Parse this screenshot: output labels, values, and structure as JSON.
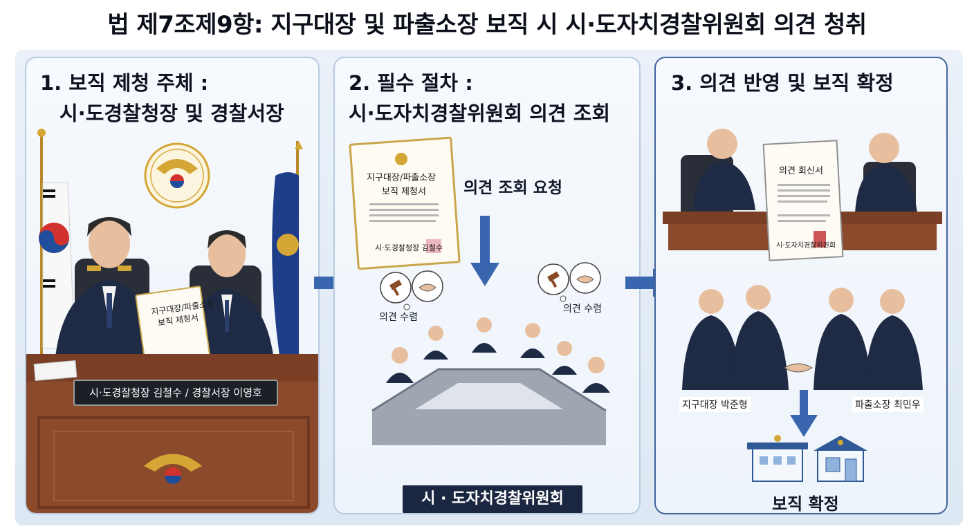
{
  "title": "법 제7조제9항: 지구대장 및 파출소장 보직 시 시·도자치경찰위원회 의견 청취",
  "panels": [
    {
      "heading_line1": "1. 보직 제청 주체 :",
      "heading_line2": "시·도경찰청장 및 경찰서장",
      "document_line1": "지구대장/파출소장",
      "document_line2": "보직 제청서",
      "nameplate": "시·도경찰청장 김철수 / 경찰서장 이영호"
    },
    {
      "heading_line1": "2. 필수 절차 :",
      "heading_line2": "시·도자치경찰위원회 의견 조회",
      "document_line1": "지구대장/파출소장",
      "document_line2": "보직 제청서",
      "document_signature": "시·도경찰청장 김철수",
      "request_label": "의견 조회 요청",
      "thought_left": "의견 수렴",
      "thought_right": "의견 수렴",
      "committee_plate": "시 · 도자치경찰위원회"
    },
    {
      "heading": "3. 의견 반영 및 보직 확정",
      "document_title": "의견 회신서",
      "document_signature": "시·도자치경찰위원회",
      "officer_left": "지구대장 박준형",
      "officer_right": "파출소장 최민우",
      "confirm_label": "보직 확정"
    }
  ],
  "colors": {
    "navy": "#1f2a44",
    "arrow_blue": "#3a66b0",
    "panel_bg": "#eef4fb",
    "panel_border": "#b8cbe2",
    "gold": "#d4a636",
    "wood": "#8b4a2b"
  },
  "icons": [
    "police-emblem-icon",
    "korean-flag-icon",
    "police-flag-icon",
    "gavel-icon",
    "handshake-icon",
    "police-station-icon",
    "arrow-right-icon",
    "arrow-down-icon"
  ]
}
